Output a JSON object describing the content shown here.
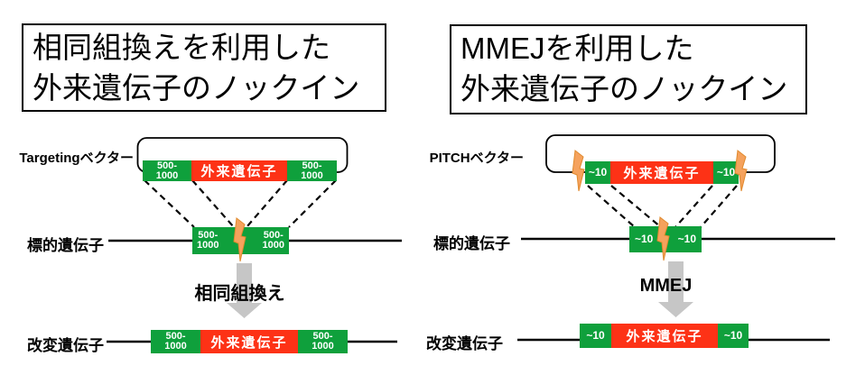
{
  "colors": {
    "homology_green": "#0FA03C",
    "gene_red": "#FD3216",
    "bolt_fill": "#F5A25D",
    "bolt_stroke": "#E08A2D",
    "arrow_gray": "#C6C6C6",
    "line_black": "#000000"
  },
  "icons": {
    "lightning_bolt": "dsb-cut-site",
    "down_arrow": "process-direction",
    "plasmid_loop": "vector-backbone"
  },
  "left": {
    "title_line1": "相同組換えを利用した",
    "title_line2": "外来遺伝子のノックイン",
    "vector_label": "Targetingベクター",
    "vector_cassette": {
      "left_arm": "500-\n1000",
      "gene": "外来遺伝子",
      "right_arm": "500-\n1000"
    },
    "target_label": "標的遺伝子",
    "target_arms": {
      "left_arm": "500-\n1000",
      "right_arm": "500-\n1000"
    },
    "process_label": "相同組換え",
    "result_label": "改変遺伝子",
    "result_cassette": {
      "left_arm": "500-\n1000",
      "gene": "外来遺伝子",
      "right_arm": "500-\n1000"
    }
  },
  "right": {
    "title_line1": "MMEJを利用した",
    "title_line2": "外来遺伝子のノックイン",
    "vector_label": "PITCHベクター",
    "vector_cassette": {
      "left_arm": "~10",
      "gene": "外来遺伝子",
      "right_arm": "~10"
    },
    "target_label": "標的遺伝子",
    "target_arms": {
      "left_arm": "~10",
      "right_arm": "~10"
    },
    "process_label": "MMEJ",
    "result_label": "改変遺伝子",
    "result_cassette": {
      "left_arm": "~10",
      "gene": "外来遺伝子",
      "right_arm": "~10"
    }
  }
}
